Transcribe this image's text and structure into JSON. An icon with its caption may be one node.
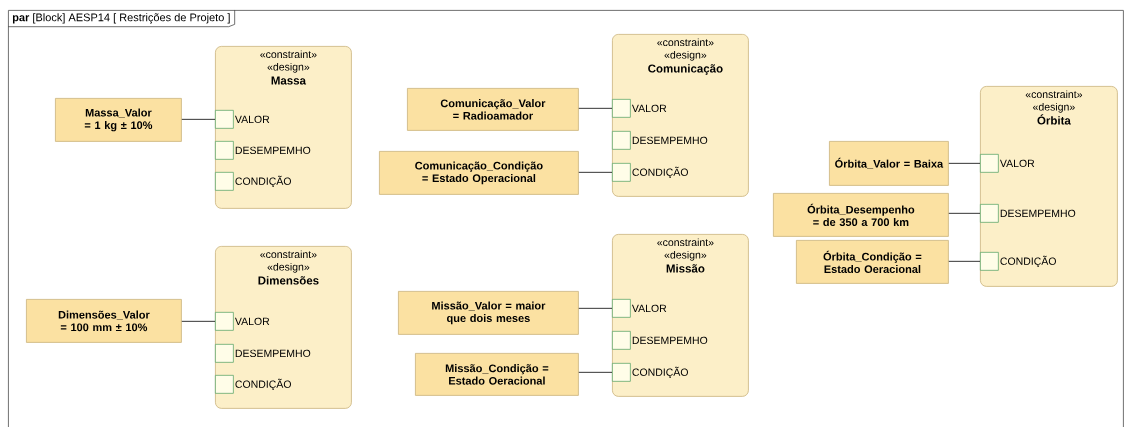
{
  "diagram": {
    "nodes": [
      {
        "text": [
          "**par** [Block] AESP14 [ Restrições de Projeto ]"
        ]
      },
      {
        "text": [
          "Massa_Valor = 1 kg ± 10%"
        ],
        "in": 0
      },
      {
        "text": [
          "«constraint» «design»",
          "Massa"
        ],
        "in": 0
      },
      {
        "text": [
          "VALOR"
        ],
        "in": 2
      },
      {
        "text": [
          "DESEMPEMHO"
        ],
        "in": 2
      },
      {
        "text": [
          "CONDIÇÃO"
        ],
        "in": 2
      },
      {
        "text": [
          "Comunicação_Valor = Radioamador"
        ],
        "in": 0
      },
      {
        "text": [
          "Comunicação_Condição = Estado Operacional"
        ],
        "in": 0
      },
      {
        "text": [
          "«constraint» «design»",
          "Comunicação"
        ],
        "in": 0
      },
      {
        "text": [
          "VALOR"
        ],
        "in": 8
      },
      {
        "text": [
          "DESEMPEMHO"
        ],
        "in": 8
      },
      {
        "text": [
          "CONDIÇÃO"
        ],
        "in": 8
      },
      {
        "text": [
          "Órbita_Valor = Baixa"
        ],
        "in": 0
      },
      {
        "text": [
          "Órbita_Desempenho = de 350 a 700 km"
        ],
        "in": 0
      },
      {
        "text": [
          "Órbita_Condição = Estado Oeracional"
        ],
        "in": 0
      },
      {
        "text": [
          "«constraint» «design»",
          "Órbita"
        ],
        "in": 0
      },
      {
        "text": [
          "VALOR"
        ],
        "in": 15
      },
      {
        "text": [
          "DESEMPEMHO"
        ],
        "in": 15
      },
      {
        "text": [
          "CONDIÇÃO"
        ],
        "in": 15
      },
      {
        "text": [
          "Dimensões_Valor = 100 mm ± 10%"
        ],
        "in": 0
      },
      {
        "text": [
          "«constraint» «design»",
          "Dimensões"
        ],
        "in": 0
      },
      {
        "text": [
          "VALOR"
        ],
        "in": 20
      },
      {
        "text": [
          "DESEMPEMHO"
        ],
        "in": 20
      },
      {
        "text": [
          "CONDIÇÃO"
        ],
        "in": 20
      },
      {
        "text": [
          "Missão_Valor = maior que dois meses"
        ],
        "in": 0
      },
      {
        "text": [
          "Missão_Condição = Estado Oeracional"
        ],
        "in": 0
      },
      {
        "text": [
          "«constraint» «design»",
          "Missão"
        ],
        "in": 0
      },
      {
        "text": [
          "VALOR"
        ],
        "in": 26
      },
      {
        "text": [
          "DESEMPEMHO"
        ],
        "in": 26
      },
      {
        "text": [
          "CONDIÇÃO"
        ],
        "in": 26
      }
    ],
    "edges": [
      {
        "from": 1,
        "to": 3,
        "arrow": "none"
      },
      {
        "from": 6,
        "to": 9,
        "arrow": "none"
      },
      {
        "from": 7,
        "to": 11,
        "arrow": "none"
      },
      {
        "from": 12,
        "to": 16,
        "arrow": "none"
      },
      {
        "from": 13,
        "to": 17,
        "arrow": "none"
      },
      {
        "from": 14,
        "to": 18,
        "arrow": "none"
      },
      {
        "from": 19,
        "to": 21,
        "arrow": "none"
      },
      {
        "from": 24,
        "to": 27,
        "arrow": "none"
      },
      {
        "from": 25,
        "to": 29,
        "arrow": "none"
      }
    ]
  }
}
